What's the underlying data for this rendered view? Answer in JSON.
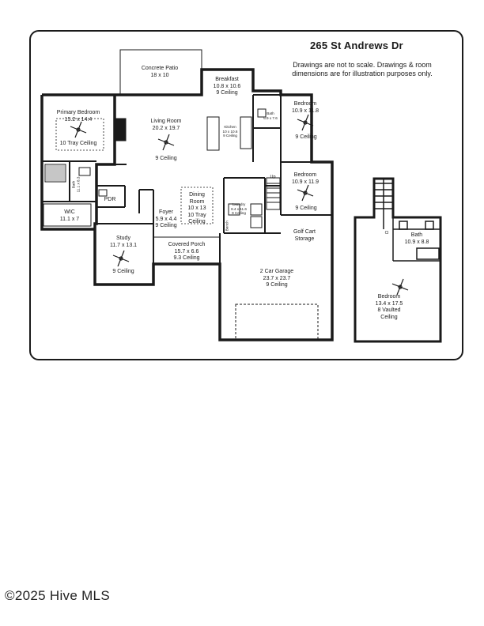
{
  "title": "265 St Andrews Dr",
  "note": "Drawings are not to scale. Drawings & room dimensions are for illustration purposes only.",
  "watermark": "©2025 Hive MLS",
  "rooms": {
    "patio": {
      "name": "Concrete Patio",
      "dims": "18 x 10"
    },
    "breakfast": {
      "name": "Breakfast",
      "dims": "10.8 x 10.6",
      "ceiling": "9 Ceiling"
    },
    "primary": {
      "name": "Primary Bedroom",
      "dims": "15.2 x 14.4",
      "ceiling": "10 Tray Ceiling"
    },
    "living": {
      "name": "Living Room",
      "dims": "20.2 x 19.7",
      "ceiling": "9 Ceiling"
    },
    "kitchen": {
      "name": "Kitchen",
      "dims": "10 x 10.6",
      "ceiling": "9 Ceiling"
    },
    "bath_small": {
      "name": "Bath",
      "dims": "6.9 x 7.6"
    },
    "bedroom1": {
      "name": "Bedroom",
      "dims": "10.9 x 11.8",
      "ceiling": "9 Ceiling"
    },
    "bedroom2": {
      "name": "Bedroom",
      "dims": "10.9 x 11.9",
      "ceiling": "9 Ceiling"
    },
    "bath_primary": {
      "name": "Bath",
      "dims": "11.1 x 8.3"
    },
    "wic": {
      "name": "WIC",
      "dims": "11.1 x 7"
    },
    "pdr": {
      "name": "PDR"
    },
    "dining": {
      "name": "Dining",
      "name2": "Room",
      "dims": "10 x 13",
      "ceiling": "10 Tray",
      "ceiling2": "Ceiling"
    },
    "laundry": {
      "name": "Laundry",
      "dims": "8.4 x 11.6",
      "ceiling": "9 Ceiling"
    },
    "foyer": {
      "name": "Foyer",
      "dims": "5.9 x 4.4",
      "ceiling": "9 Ceiling"
    },
    "study": {
      "name": "Study",
      "dims": "11.7 x 13.1",
      "ceiling": "9 Ceiling"
    },
    "porch": {
      "name": "Covered Porch",
      "dims": "15.7 x 6.6",
      "ceiling": "9.3 Ceiling"
    },
    "golf": {
      "name": "Golf Cart",
      "name2": "Storage"
    },
    "garage": {
      "name": "2 Car Garage",
      "dims": "23.7 x 23.7",
      "ceiling": "9 Ceiling"
    },
    "bath_up": {
      "name": "Bath",
      "dims": "10.9 x 8.8"
    },
    "bedroom_up": {
      "name": "Bedroom",
      "dims": "13.4 x 17.5",
      "ceiling": "8 Vaulted",
      "ceiling2": "Ceiling"
    },
    "up": {
      "name": "Up"
    },
    "bench": {
      "name": "Bench"
    },
    "closet_up": {
      "name": "Cl"
    }
  }
}
